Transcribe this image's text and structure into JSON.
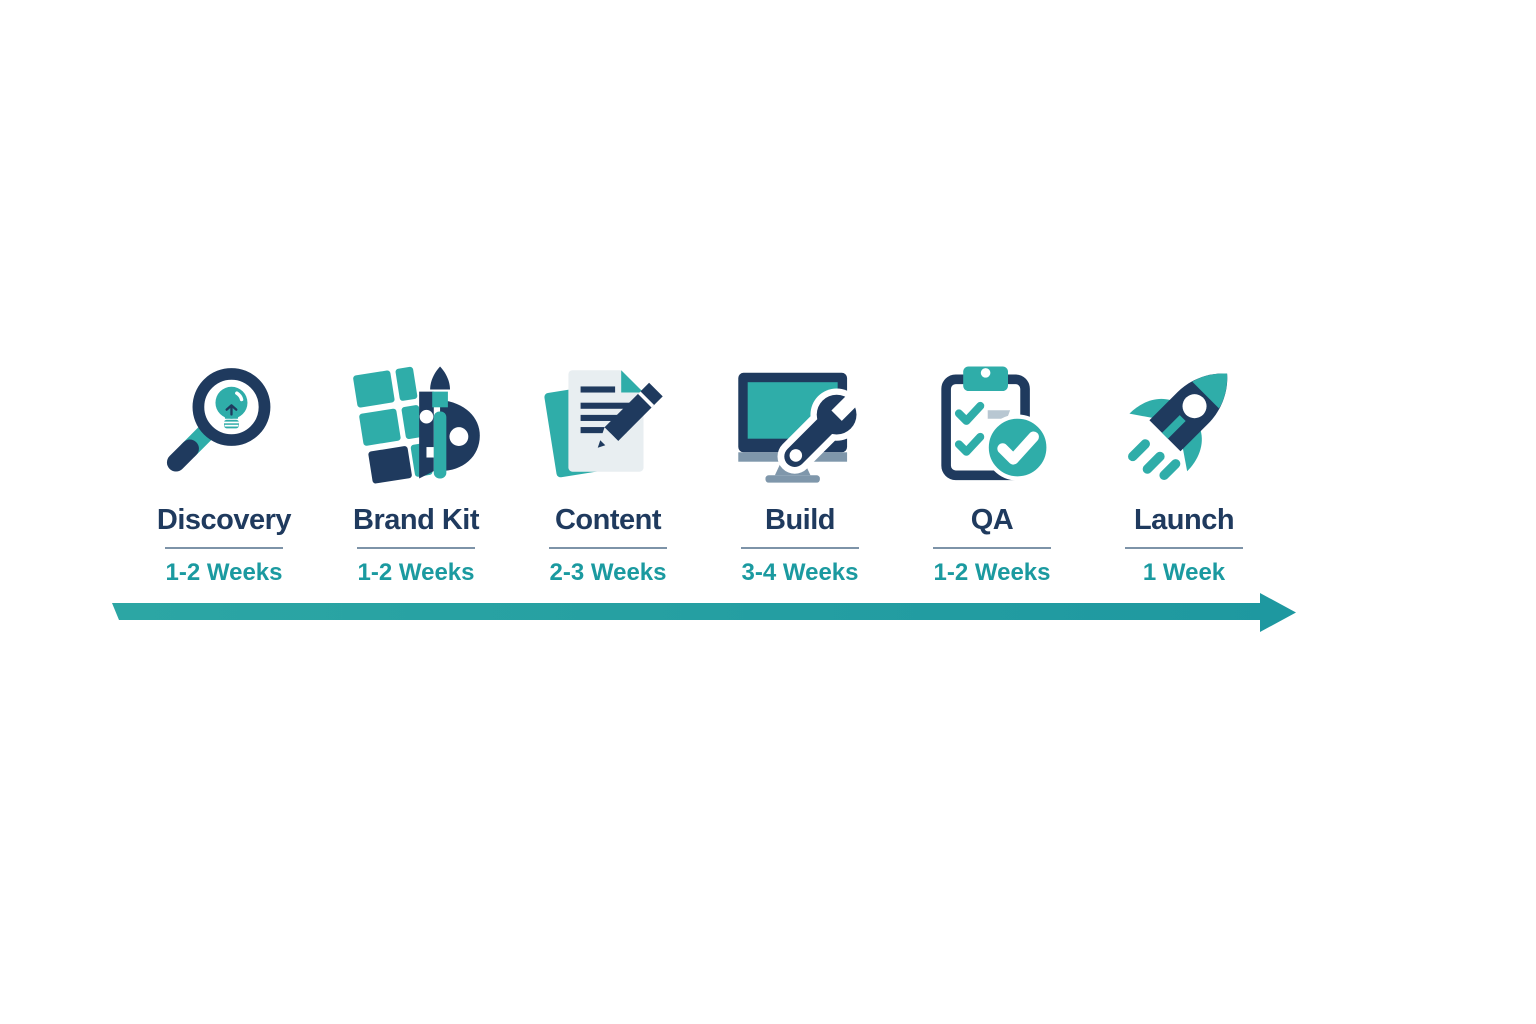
{
  "timeline": {
    "phases": [
      {
        "name": "Discovery",
        "duration": "1-2 Weeks",
        "icon": "magnifier-lightbulb-icon"
      },
      {
        "name": "Brand Kit",
        "duration": "1-2 Weeks",
        "icon": "swatches-paintbrush-palette-icon"
      },
      {
        "name": "Content",
        "duration": "2-3 Weeks",
        "icon": "document-pencil-icon"
      },
      {
        "name": "Build",
        "duration": "3-4 Weeks",
        "icon": "monitor-wrench-icon"
      },
      {
        "name": "QA",
        "duration": "1-2 Weeks",
        "icon": "clipboard-checkmark-icon"
      },
      {
        "name": "Launch",
        "duration": "1 Week",
        "icon": "rocket-icon"
      }
    ],
    "arrow_direction": "right"
  },
  "colors": {
    "navy": "#1f3a5e",
    "teal_icon": "#2fada9",
    "teal_text": "#1b9aa0",
    "arrow_teal_start": "#2ca6a4",
    "arrow_teal_end": "#1e98a0",
    "divider_gray": "#7d93a8",
    "page_light": "#e8eef1",
    "slate": "#7f97ab",
    "checklist_gray": "#b8c7d2",
    "background": "#ffffff"
  }
}
